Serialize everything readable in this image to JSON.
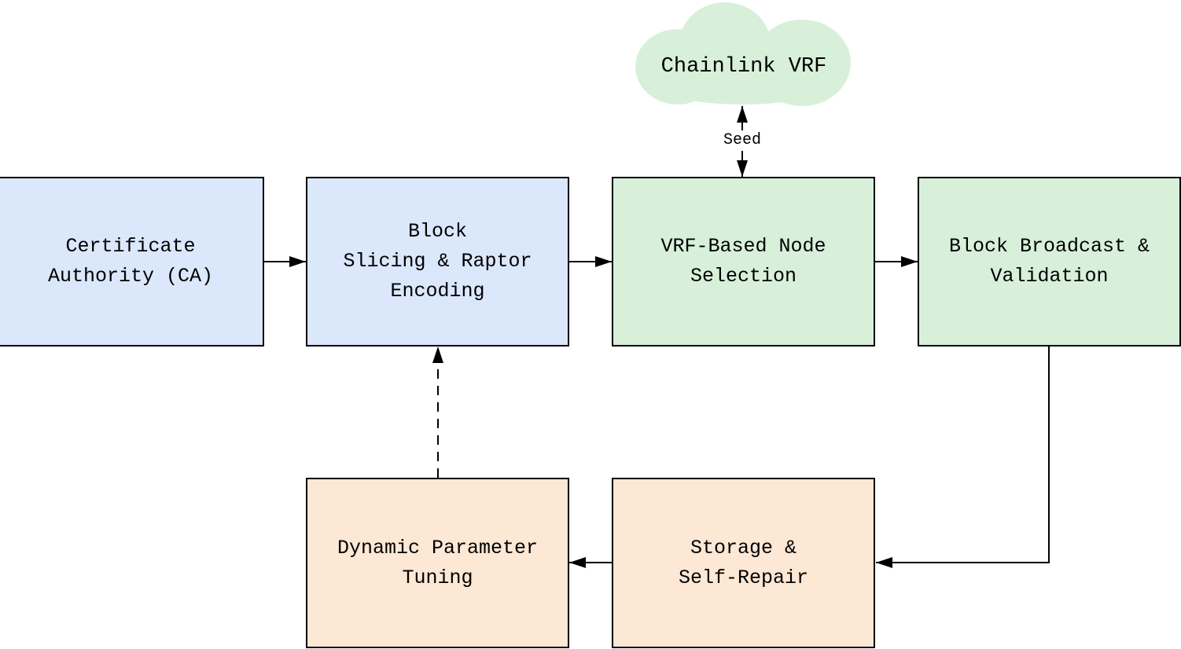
{
  "palette": {
    "node_blue": "#dbe7fb",
    "node_green": "#d8f0da",
    "node_orange": "#fde7d5",
    "cloud_green": "#d8f0da",
    "line_color": "#000000",
    "text_color": "#000000",
    "background": "#ffffff"
  },
  "cloud": {
    "id": "chainlink-vrf-cloud",
    "label": "Chainlink VRF"
  },
  "nodes": [
    {
      "id": "certificate-authority",
      "label": "Certificate Authority (CA)",
      "label_lines": [
        "Certificate",
        "Authority (CA)"
      ],
      "fill": "#dbe7fb"
    },
    {
      "id": "block-slicing-raptor-encoding",
      "label": "Block Slicing & Raptor Encoding",
      "label_lines": [
        "Block",
        "Slicing & Raptor",
        "Encoding"
      ],
      "fill": "#dbe7fb"
    },
    {
      "id": "vrf-based-node-selection",
      "label": "VRF-Based Node Selection",
      "label_lines": [
        "VRF-Based Node",
        "Selection"
      ],
      "fill": "#d8f0da"
    },
    {
      "id": "block-broadcast-validation",
      "label": "Block Broadcast & Validation",
      "label_lines": [
        "Block Broadcast &",
        "Validation"
      ],
      "fill": "#d8f0da"
    },
    {
      "id": "dynamic-parameter-tuning",
      "label": "Dynamic Parameter Tuning",
      "label_lines": [
        "Dynamic Parameter",
        "Tuning"
      ],
      "fill": "#fde7d5"
    },
    {
      "id": "storage-self-repair",
      "label": "Storage & Self-Repair",
      "label_lines": [
        "Storage &",
        "Self-Repair"
      ],
      "fill": "#fde7d5"
    }
  ],
  "edges": [
    {
      "from": "chainlink-vrf-cloud",
      "to": "vrf-based-node-selection",
      "label": "Seed",
      "style": "solid",
      "bidirectional": true
    },
    {
      "from": "certificate-authority",
      "to": "block-slicing-raptor-encoding",
      "label": "",
      "style": "solid",
      "bidirectional": false
    },
    {
      "from": "block-slicing-raptor-encoding",
      "to": "vrf-based-node-selection",
      "label": "",
      "style": "solid",
      "bidirectional": false
    },
    {
      "from": "vrf-based-node-selection",
      "to": "block-broadcast-validation",
      "label": "",
      "style": "solid",
      "bidirectional": false
    },
    {
      "from": "block-broadcast-validation",
      "to": "storage-self-repair",
      "label": "",
      "style": "solid",
      "bidirectional": false
    },
    {
      "from": "storage-self-repair",
      "to": "dynamic-parameter-tuning",
      "label": "",
      "style": "solid",
      "bidirectional": false
    },
    {
      "from": "dynamic-parameter-tuning",
      "to": "block-slicing-raptor-encoding",
      "label": "",
      "style": "dashed",
      "bidirectional": false
    }
  ]
}
